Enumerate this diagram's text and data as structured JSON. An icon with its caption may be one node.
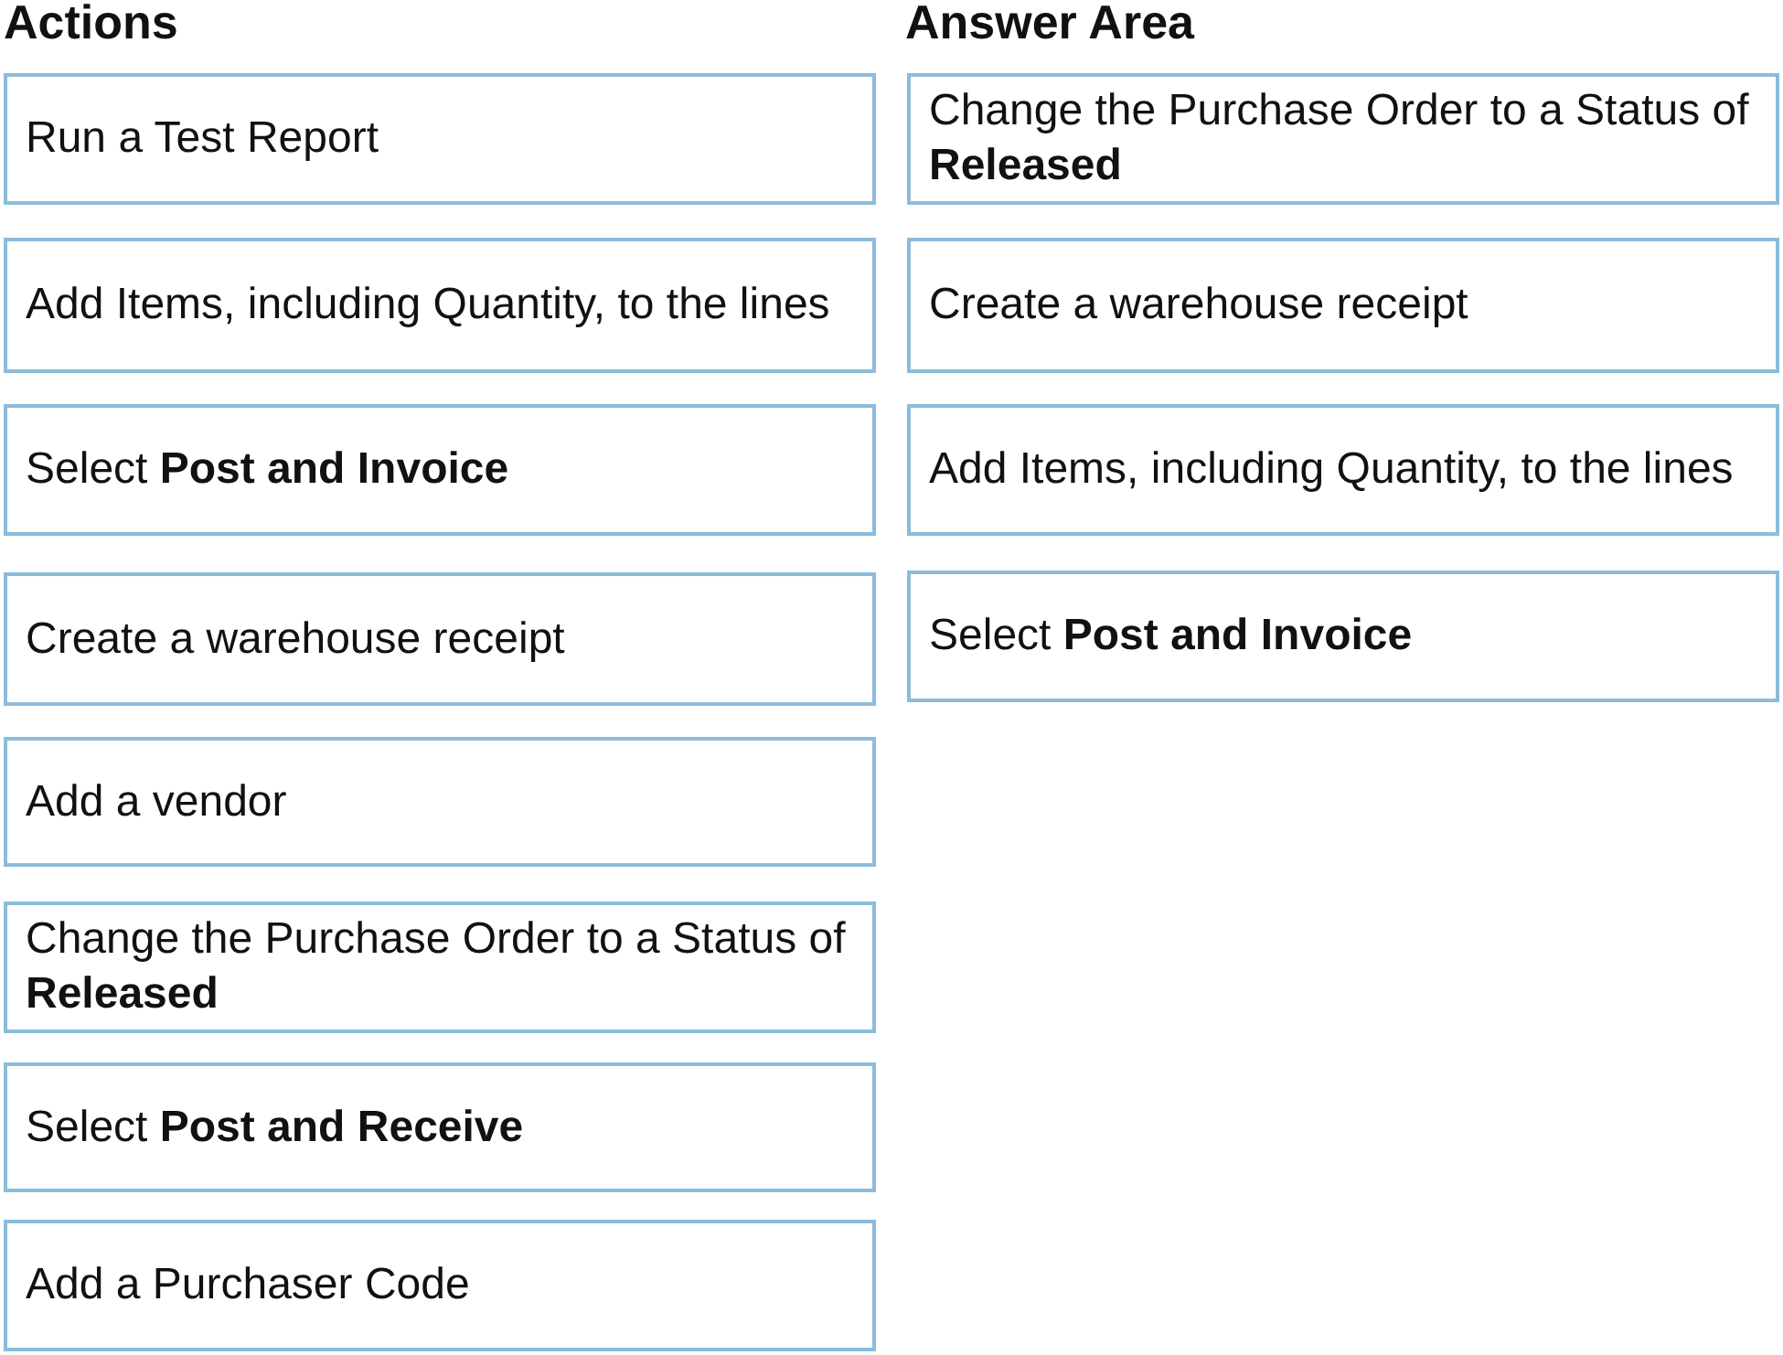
{
  "diagram": {
    "labels": [
      "Actions",
      "Answer Area"
    ],
    "nodes": [
      {
        "text": [
          "Run a Test Report"
        ]
      },
      {
        "text": [
          "Add Items, including Quantity, to the lines"
        ]
      },
      {
        "text": [
          "Select **Post and Invoice**"
        ]
      },
      {
        "text": [
          "Create a warehouse receipt"
        ]
      },
      {
        "text": [
          "Add a vendor"
        ]
      },
      {
        "text": [
          "Change the Purchase Order to a Status of **Released**"
        ]
      },
      {
        "text": [
          "Select **Post and Receive**"
        ]
      },
      {
        "text": [
          "Add a Purchaser Code"
        ]
      },
      {
        "text": [
          "Change the Purchase Order to a Status of **Released**"
        ]
      },
      {
        "text": [
          "Create a warehouse receipt"
        ]
      },
      {
        "text": [
          "Add Items, including Quantity, to the lines"
        ]
      },
      {
        "text": [
          "Select **Post and Invoice**"
        ]
      }
    ]
  }
}
